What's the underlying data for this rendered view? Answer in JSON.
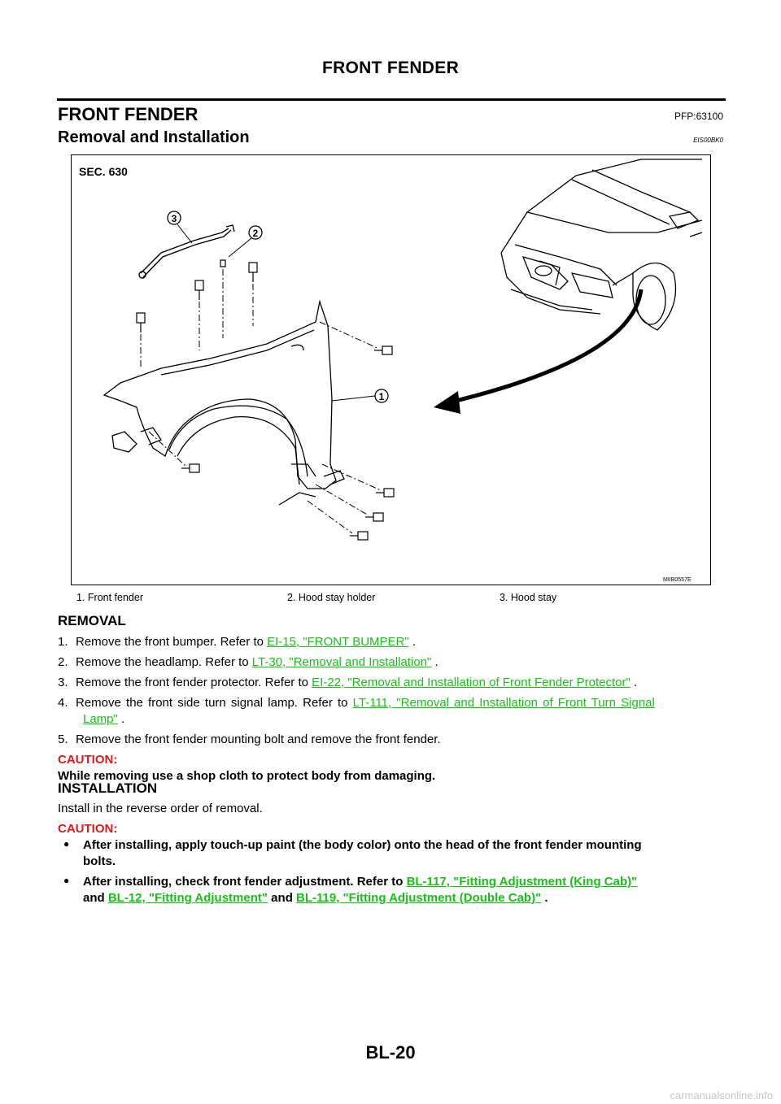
{
  "header": {
    "running_title": "FRONT FENDER",
    "section_title": "FRONT FENDER",
    "part_code": "PFP:63100",
    "subsection_title": "Removal and Installation",
    "doc_code": "EIS00BK0"
  },
  "figure": {
    "section_label": "SEC. 630",
    "callouts": [
      "1",
      "2",
      "3"
    ],
    "figure_id": "MIIB0557E",
    "legend": [
      "1.    Front fender",
      "2.    Hood stay holder",
      "3.    Hood stay"
    ]
  },
  "removal": {
    "heading": "REMOVAL",
    "steps": [
      {
        "num": "1.",
        "text": "Remove the front bumper. Refer to ",
        "link": "EI-15, \"FRONT BUMPER\"",
        "tail": " ."
      },
      {
        "num": "2.",
        "text": "Remove the headlamp. Refer to ",
        "link": "LT-30, \"Removal and Installation\"",
        "tail": " ."
      },
      {
        "num": "3.",
        "text": "Remove the front fender protector. Refer to ",
        "link": "EI-22, \"Removal and Installation of Front Fender Protector\"",
        "tail": " ."
      },
      {
        "num": "4.",
        "text": "Remove the front side turn signal lamp. Refer to ",
        "link": "LT-111, \"Removal and Installation of Front Turn Signal",
        "link_cont": "Lamp\"",
        "tail": " ."
      },
      {
        "num": "5.",
        "text": "Remove the front fender mounting bolt and remove the front fender."
      }
    ],
    "caution_label": "CAUTION:",
    "caution_text": "While removing use a shop cloth to protect body from damaging."
  },
  "installation": {
    "heading": "INSTALLATION",
    "intro": "Install in the reverse order of removal.",
    "caution_label": "CAUTION:",
    "bullets": [
      {
        "line1": "After installing, apply touch-up paint (the body color) onto the head of the front fender mounting",
        "line2": "bolts."
      },
      {
        "line1": "After installing, check front fender adjustment. Refer to ",
        "link1": "BL-117, \"Fitting Adjustment (King Cab)\"",
        "line2_pre": "and ",
        "link2": "BL-12, \"Fitting Adjustment\"",
        "mid": "  and ",
        "link3": "BL-119, \"Fitting Adjustment (Double Cab)\"",
        "tail": " ."
      }
    ]
  },
  "footer": {
    "page_number": "BL-20",
    "watermark": "carmanualsonline.info"
  }
}
